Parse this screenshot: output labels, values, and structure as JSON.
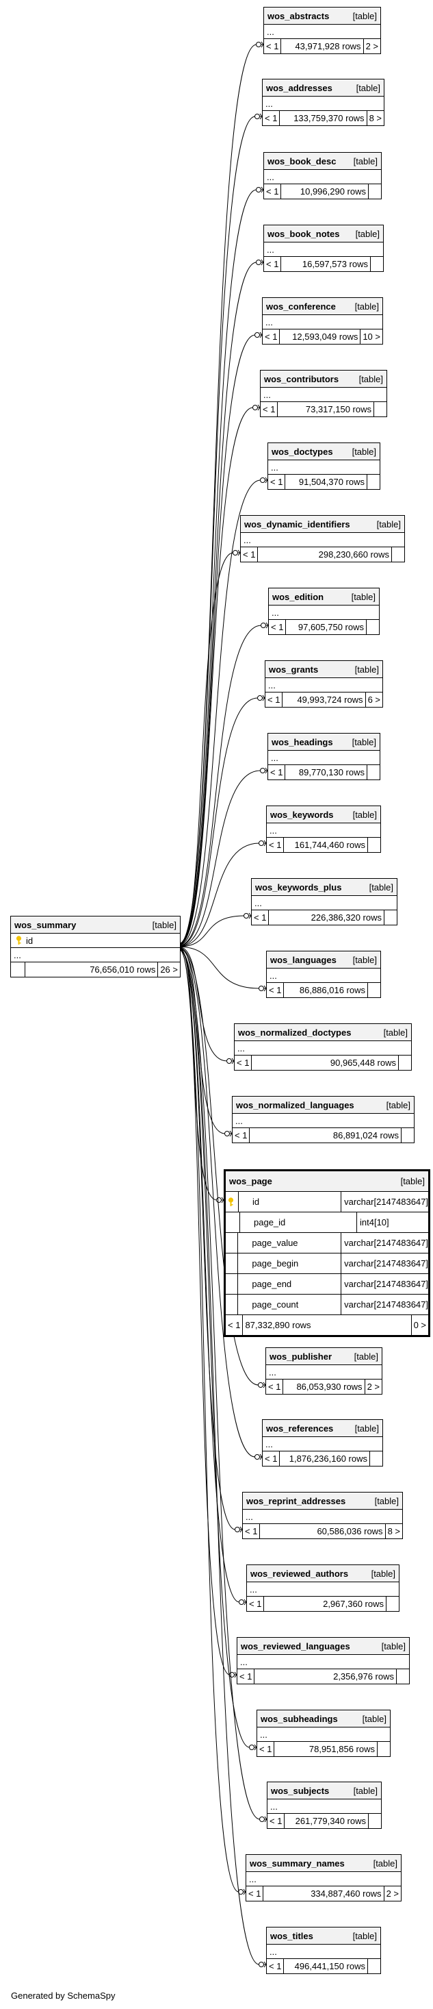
{
  "center": {
    "name": "wos_summary",
    "kind": "[table]",
    "pk_column": "id",
    "ellipsis": "...",
    "rows": "76,656,010 rows",
    "children_count": "26 >"
  },
  "tables": [
    {
      "name": "wos_abstracts",
      "kind": "[table]",
      "ellipsis": "...",
      "left": "< 1",
      "rows": "43,971,928 rows",
      "right": "2 >"
    },
    {
      "name": "wos_addresses",
      "kind": "[table]",
      "ellipsis": "...",
      "left": "< 1",
      "rows": "133,759,370 rows",
      "right": "8 >"
    },
    {
      "name": "wos_book_desc",
      "kind": "[table]",
      "ellipsis": "...",
      "left": "< 1",
      "rows": "10,996,290 rows",
      "right": ""
    },
    {
      "name": "wos_book_notes",
      "kind": "[table]",
      "ellipsis": "...",
      "left": "< 1",
      "rows": "16,597,573 rows",
      "right": ""
    },
    {
      "name": "wos_conference",
      "kind": "[table]",
      "ellipsis": "...",
      "left": "< 1",
      "rows": "12,593,049 rows",
      "right": "10 >"
    },
    {
      "name": "wos_contributors",
      "kind": "[table]",
      "ellipsis": "...",
      "left": "< 1",
      "rows": "73,317,150 rows",
      "right": ""
    },
    {
      "name": "wos_doctypes",
      "kind": "[table]",
      "ellipsis": "...",
      "left": "< 1",
      "rows": "91,504,370 rows",
      "right": ""
    },
    {
      "name": "wos_dynamic_identifiers",
      "kind": "[table]",
      "ellipsis": "...",
      "left": "< 1",
      "rows": "298,230,660 rows",
      "right": ""
    },
    {
      "name": "wos_edition",
      "kind": "[table]",
      "ellipsis": "...",
      "left": "< 1",
      "rows": "97,605,750 rows",
      "right": ""
    },
    {
      "name": "wos_grants",
      "kind": "[table]",
      "ellipsis": "...",
      "left": "< 1",
      "rows": "49,993,724 rows",
      "right": "6 >"
    },
    {
      "name": "wos_headings",
      "kind": "[table]",
      "ellipsis": "...",
      "left": "< 1",
      "rows": "89,770,130 rows",
      "right": ""
    },
    {
      "name": "wos_keywords",
      "kind": "[table]",
      "ellipsis": "...",
      "left": "< 1",
      "rows": "161,744,460 rows",
      "right": ""
    },
    {
      "name": "wos_keywords_plus",
      "kind": "[table]",
      "ellipsis": "...",
      "left": "< 1",
      "rows": "226,386,320 rows",
      "right": ""
    },
    {
      "name": "wos_languages",
      "kind": "[table]",
      "ellipsis": "...",
      "left": "< 1",
      "rows": "86,886,016 rows",
      "right": ""
    },
    {
      "name": "wos_normalized_doctypes",
      "kind": "[table]",
      "ellipsis": "...",
      "left": "< 1",
      "rows": "90,965,448 rows",
      "right": ""
    },
    {
      "name": "wos_normalized_languages",
      "kind": "[table]",
      "ellipsis": "...",
      "left": "< 1",
      "rows": "86,891,024 rows",
      "right": ""
    },
    {
      "name": "wos_publisher",
      "kind": "[table]",
      "ellipsis": "...",
      "left": "< 1",
      "rows": "86,053,930 rows",
      "right": "2 >"
    },
    {
      "name": "wos_references",
      "kind": "[table]",
      "ellipsis": "...",
      "left": "< 1",
      "rows": "1,876,236,160 rows",
      "right": ""
    },
    {
      "name": "wos_reprint_addresses",
      "kind": "[table]",
      "ellipsis": "...",
      "left": "< 1",
      "rows": "60,586,036 rows",
      "right": "8 >"
    },
    {
      "name": "wos_reviewed_authors",
      "kind": "[table]",
      "ellipsis": "...",
      "left": "< 1",
      "rows": "2,967,360 rows",
      "right": ""
    },
    {
      "name": "wos_reviewed_languages",
      "kind": "[table]",
      "ellipsis": "...",
      "left": "< 1",
      "rows": "2,356,976 rows",
      "right": ""
    },
    {
      "name": "wos_subheadings",
      "kind": "[table]",
      "ellipsis": "...",
      "left": "< 1",
      "rows": "78,951,856 rows",
      "right": ""
    },
    {
      "name": "wos_subjects",
      "kind": "[table]",
      "ellipsis": "...",
      "left": "< 1",
      "rows": "261,779,340 rows",
      "right": ""
    },
    {
      "name": "wos_summary_names",
      "kind": "[table]",
      "ellipsis": "...",
      "left": "< 1",
      "rows": "334,887,460 rows",
      "right": "2 >"
    },
    {
      "name": "wos_titles",
      "kind": "[table]",
      "ellipsis": "...",
      "left": "< 1",
      "rows": "496,441,150 rows",
      "right": ""
    }
  ],
  "page_table": {
    "name": "wos_page",
    "kind": "[table]",
    "columns": [
      {
        "name": "id",
        "type": "varchar[2147483647]",
        "pk": true
      },
      {
        "name": "page_id",
        "type": "int4[10]",
        "pk": false
      },
      {
        "name": "page_value",
        "type": "varchar[2147483647]",
        "pk": false
      },
      {
        "name": "page_begin",
        "type": "varchar[2147483647]",
        "pk": false
      },
      {
        "name": "page_end",
        "type": "varchar[2147483647]",
        "pk": false
      },
      {
        "name": "page_count",
        "type": "varchar[2147483647]",
        "pk": false
      }
    ],
    "left": "< 1",
    "rows": "87,332,890 rows",
    "right": "0 >"
  },
  "footer": "Generated by SchemaSpy",
  "colors": {
    "header_bg": "#f2f2f2",
    "key_icon": "#f2c200",
    "line": "#000000"
  }
}
